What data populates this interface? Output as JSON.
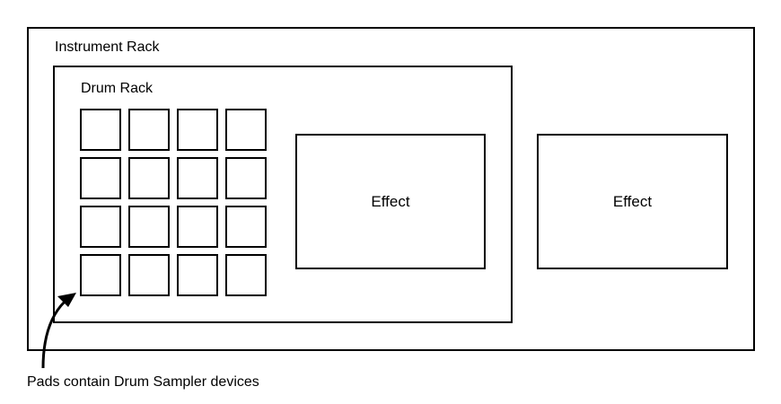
{
  "diagram": {
    "instrument_rack_label": "Instrument Rack",
    "drum_rack_label": "Drum Rack",
    "effect_inner_label": "Effect",
    "effect_outer_label": "Effect",
    "caption": "Pads contain Drum Sampler devices",
    "pad_grid": {
      "rows": 4,
      "columns": 4
    }
  }
}
